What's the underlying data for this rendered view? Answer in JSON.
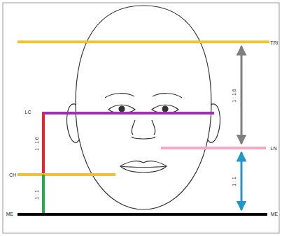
{
  "diagram": {
    "labels": [
      "TRI",
      "LC",
      "1 : 1.6",
      "CH",
      "1 : 1",
      "ME",
      "ME",
      "1 : 1.6",
      "LN",
      "1 : 1"
    ]
  }
}
